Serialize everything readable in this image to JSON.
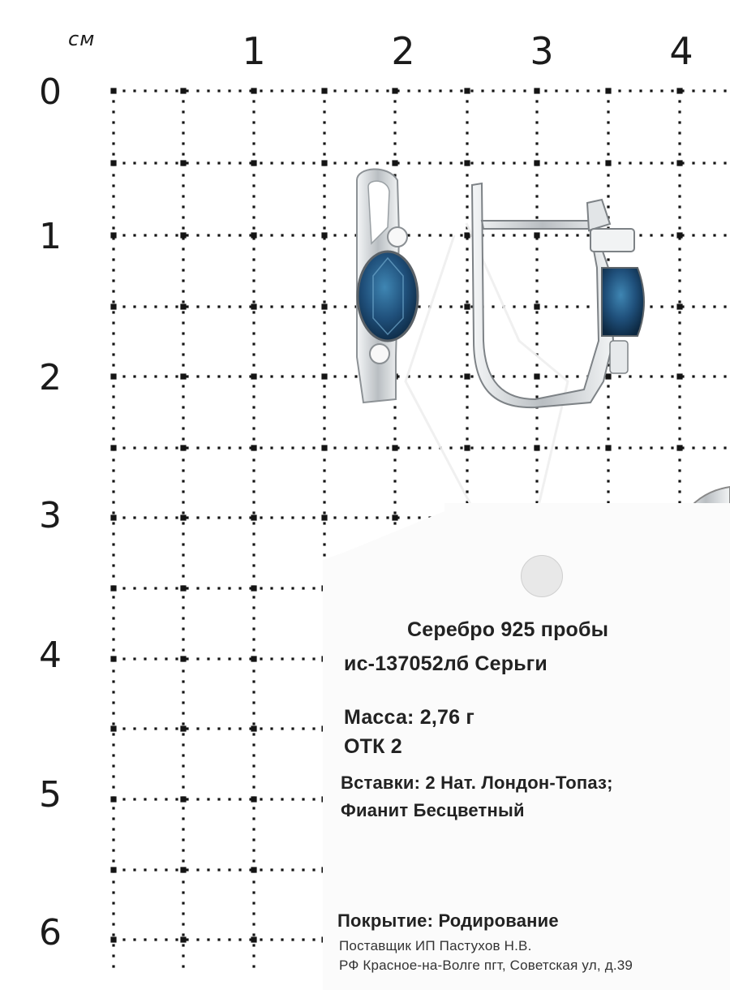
{
  "ruler": {
    "unit": "см",
    "x_labels": [
      "1",
      "2",
      "3",
      "4"
    ],
    "y_labels": [
      "0",
      "1",
      "2",
      "3",
      "4",
      "5",
      "6"
    ]
  },
  "tag": {
    "line1": "Серебро 925 пробы",
    "line2": "ис-137052лб Серьги",
    "mass": "Масса: 2,76 г",
    "otk": "ОТК 2",
    "inserts1": "Вставки: 2 Нат. Лондон-Топаз;",
    "inserts2": "Фианит Бесцветный",
    "coating": "Покрытие: Родирование",
    "supplier": "Поставщик ИП Пастухов Н.В.",
    "address": "РФ Красное-на-Волге пгт, Советская ул, д.39"
  },
  "colors": {
    "topaz": "#1f4f7a",
    "silver": "#d9dde0",
    "dots": "#141414"
  }
}
